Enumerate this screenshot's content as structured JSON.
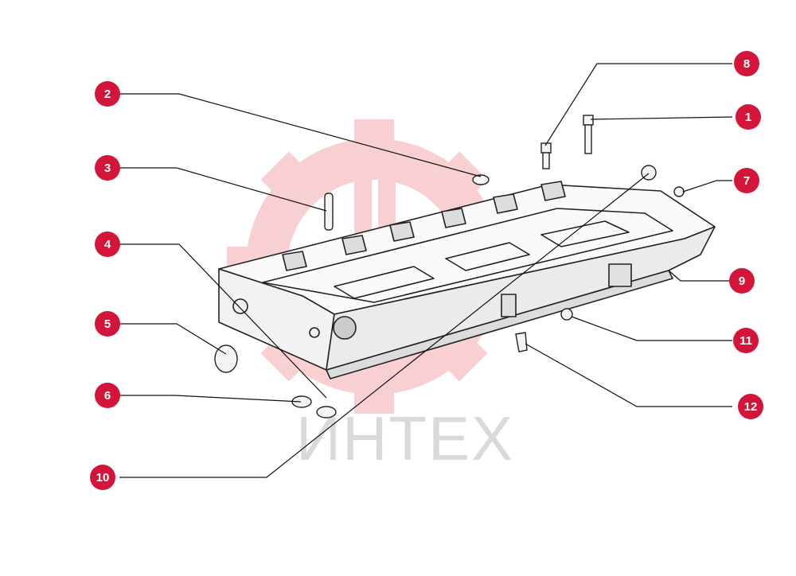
{
  "watermark": {
    "text": "ИНТЕХ",
    "color": "#f7b5b8"
  },
  "callout_color": "#d3153a",
  "callouts": [
    {
      "label": "1"
    },
    {
      "label": "2"
    },
    {
      "label": "3"
    },
    {
      "label": "4"
    },
    {
      "label": "5"
    },
    {
      "label": "6"
    },
    {
      "label": "7"
    },
    {
      "label": "8"
    },
    {
      "label": "9"
    },
    {
      "label": "10"
    },
    {
      "label": "11"
    },
    {
      "label": "12"
    }
  ]
}
